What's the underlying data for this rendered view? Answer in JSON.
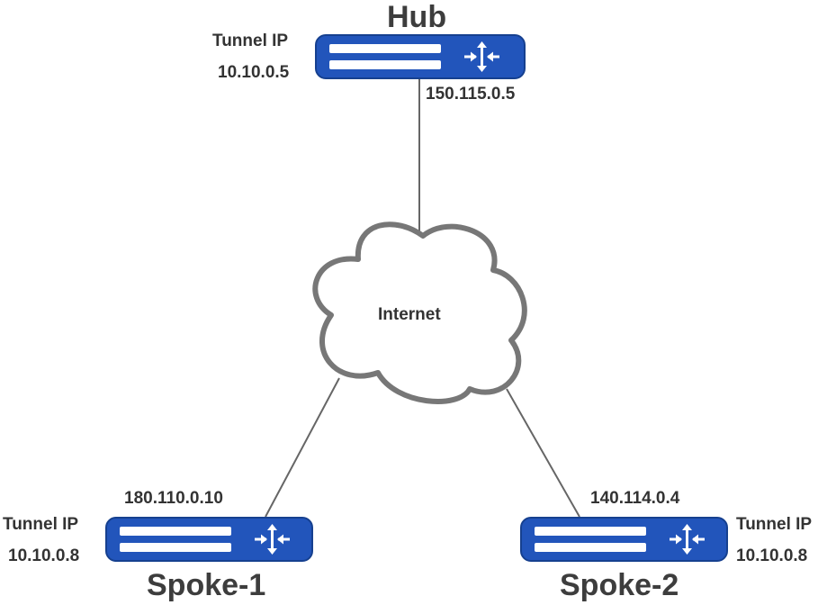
{
  "nodes": {
    "hub": {
      "name": "Hub",
      "tunnel_label": "Tunnel IP",
      "tunnel_ip": "10.10.0.5",
      "public_ip": "150.115.0.5"
    },
    "spoke1": {
      "name": "Spoke-1",
      "tunnel_label": "Tunnel IP",
      "tunnel_ip": "10.10.0.8",
      "public_ip": "180.110.0.10"
    },
    "spoke2": {
      "name": "Spoke-2",
      "tunnel_label": "Tunnel IP",
      "tunnel_ip": "10.10.0.8",
      "public_ip": "140.114.0.4"
    }
  },
  "cloud": {
    "label": "Internet"
  },
  "colors": {
    "router": "#2255bb",
    "link": "#666666",
    "cloud_stroke": "#777777",
    "text": "#333333"
  },
  "icons": {
    "router": "router-arrows-icon",
    "cloud": "cloud-icon"
  }
}
